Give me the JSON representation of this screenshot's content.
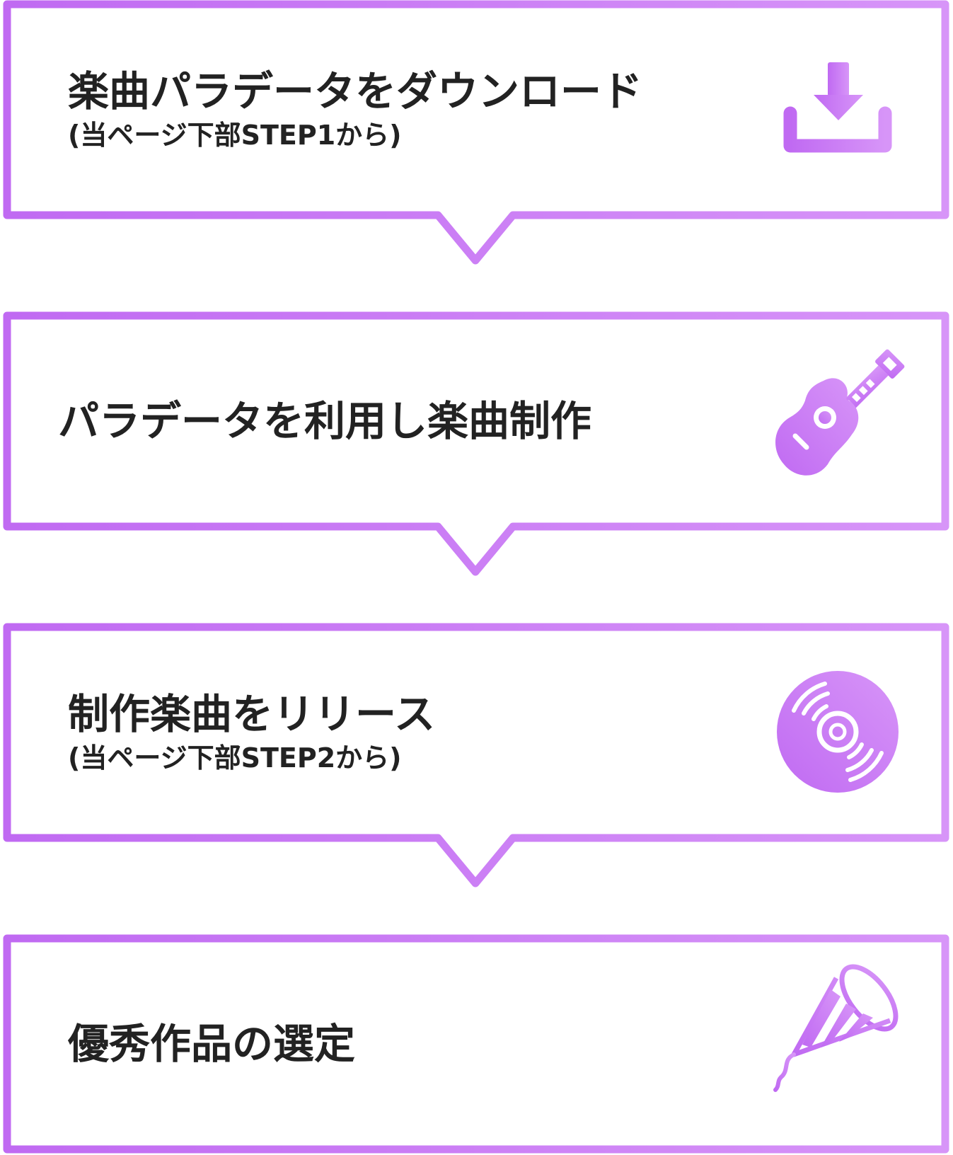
{
  "colors": {
    "accent_start": "#c06af2",
    "accent_end": "#d795f8",
    "text": "#222222"
  },
  "steps": [
    {
      "title": "楽曲パラデータをダウンロード",
      "subtitle": "(当ページ下部STEP1から)",
      "icon": "download-icon"
    },
    {
      "title": "パラデータを利用し楽曲制作",
      "subtitle": "",
      "icon": "guitar-icon"
    },
    {
      "title": "制作楽曲をリリース",
      "subtitle": "(当ページ下部STEP2から)",
      "icon": "cd-disc-icon"
    },
    {
      "title": "優秀作品の選定",
      "subtitle": "",
      "icon": "party-popper-icon"
    }
  ]
}
